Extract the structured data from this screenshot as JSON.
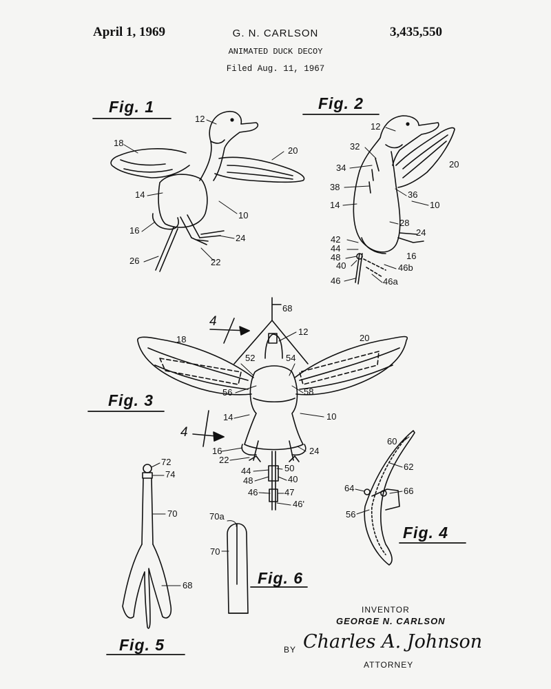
{
  "header": {
    "date": "April 1, 1969",
    "inventor": "G. N. CARLSON",
    "patent_number": "3,435,550",
    "title": "ANIMATED DUCK DECOY",
    "filed": "Filed Aug. 11, 1967"
  },
  "figures": {
    "fig1": "Fig. 1",
    "fig2": "Fig. 2",
    "fig3": "Fig. 3",
    "fig4": "Fig. 4",
    "fig5": "Fig. 5",
    "fig6": "Fig. 6"
  },
  "refs": {
    "f1": [
      "12",
      "18",
      "20",
      "14",
      "10",
      "16",
      "24",
      "26",
      "22"
    ],
    "f2": [
      "12",
      "32",
      "20",
      "34",
      "38",
      "36",
      "14",
      "10",
      "28",
      "24",
      "42",
      "44",
      "16",
      "48",
      "40",
      "46b",
      "46",
      "46a"
    ],
    "f3": [
      "68",
      "4",
      "12",
      "18",
      "20",
      "52",
      "54",
      "56",
      "58",
      "14",
      "10",
      "4",
      "16",
      "24",
      "22",
      "44",
      "50",
      "48",
      "40",
      "46",
      "47",
      "46'"
    ],
    "f4": [
      "60",
      "62",
      "64",
      "66",
      "56"
    ],
    "f5": [
      "72",
      "74",
      "70",
      "68"
    ],
    "f6": [
      "70a",
      "70"
    ]
  },
  "signature": {
    "inventor_label": "INVENTOR",
    "inventor_name": "GEORGE N. CARLSON",
    "by_label": "BY",
    "attorney_signature": "Charles A. Johnson",
    "attorney_label": "ATTORNEY"
  }
}
